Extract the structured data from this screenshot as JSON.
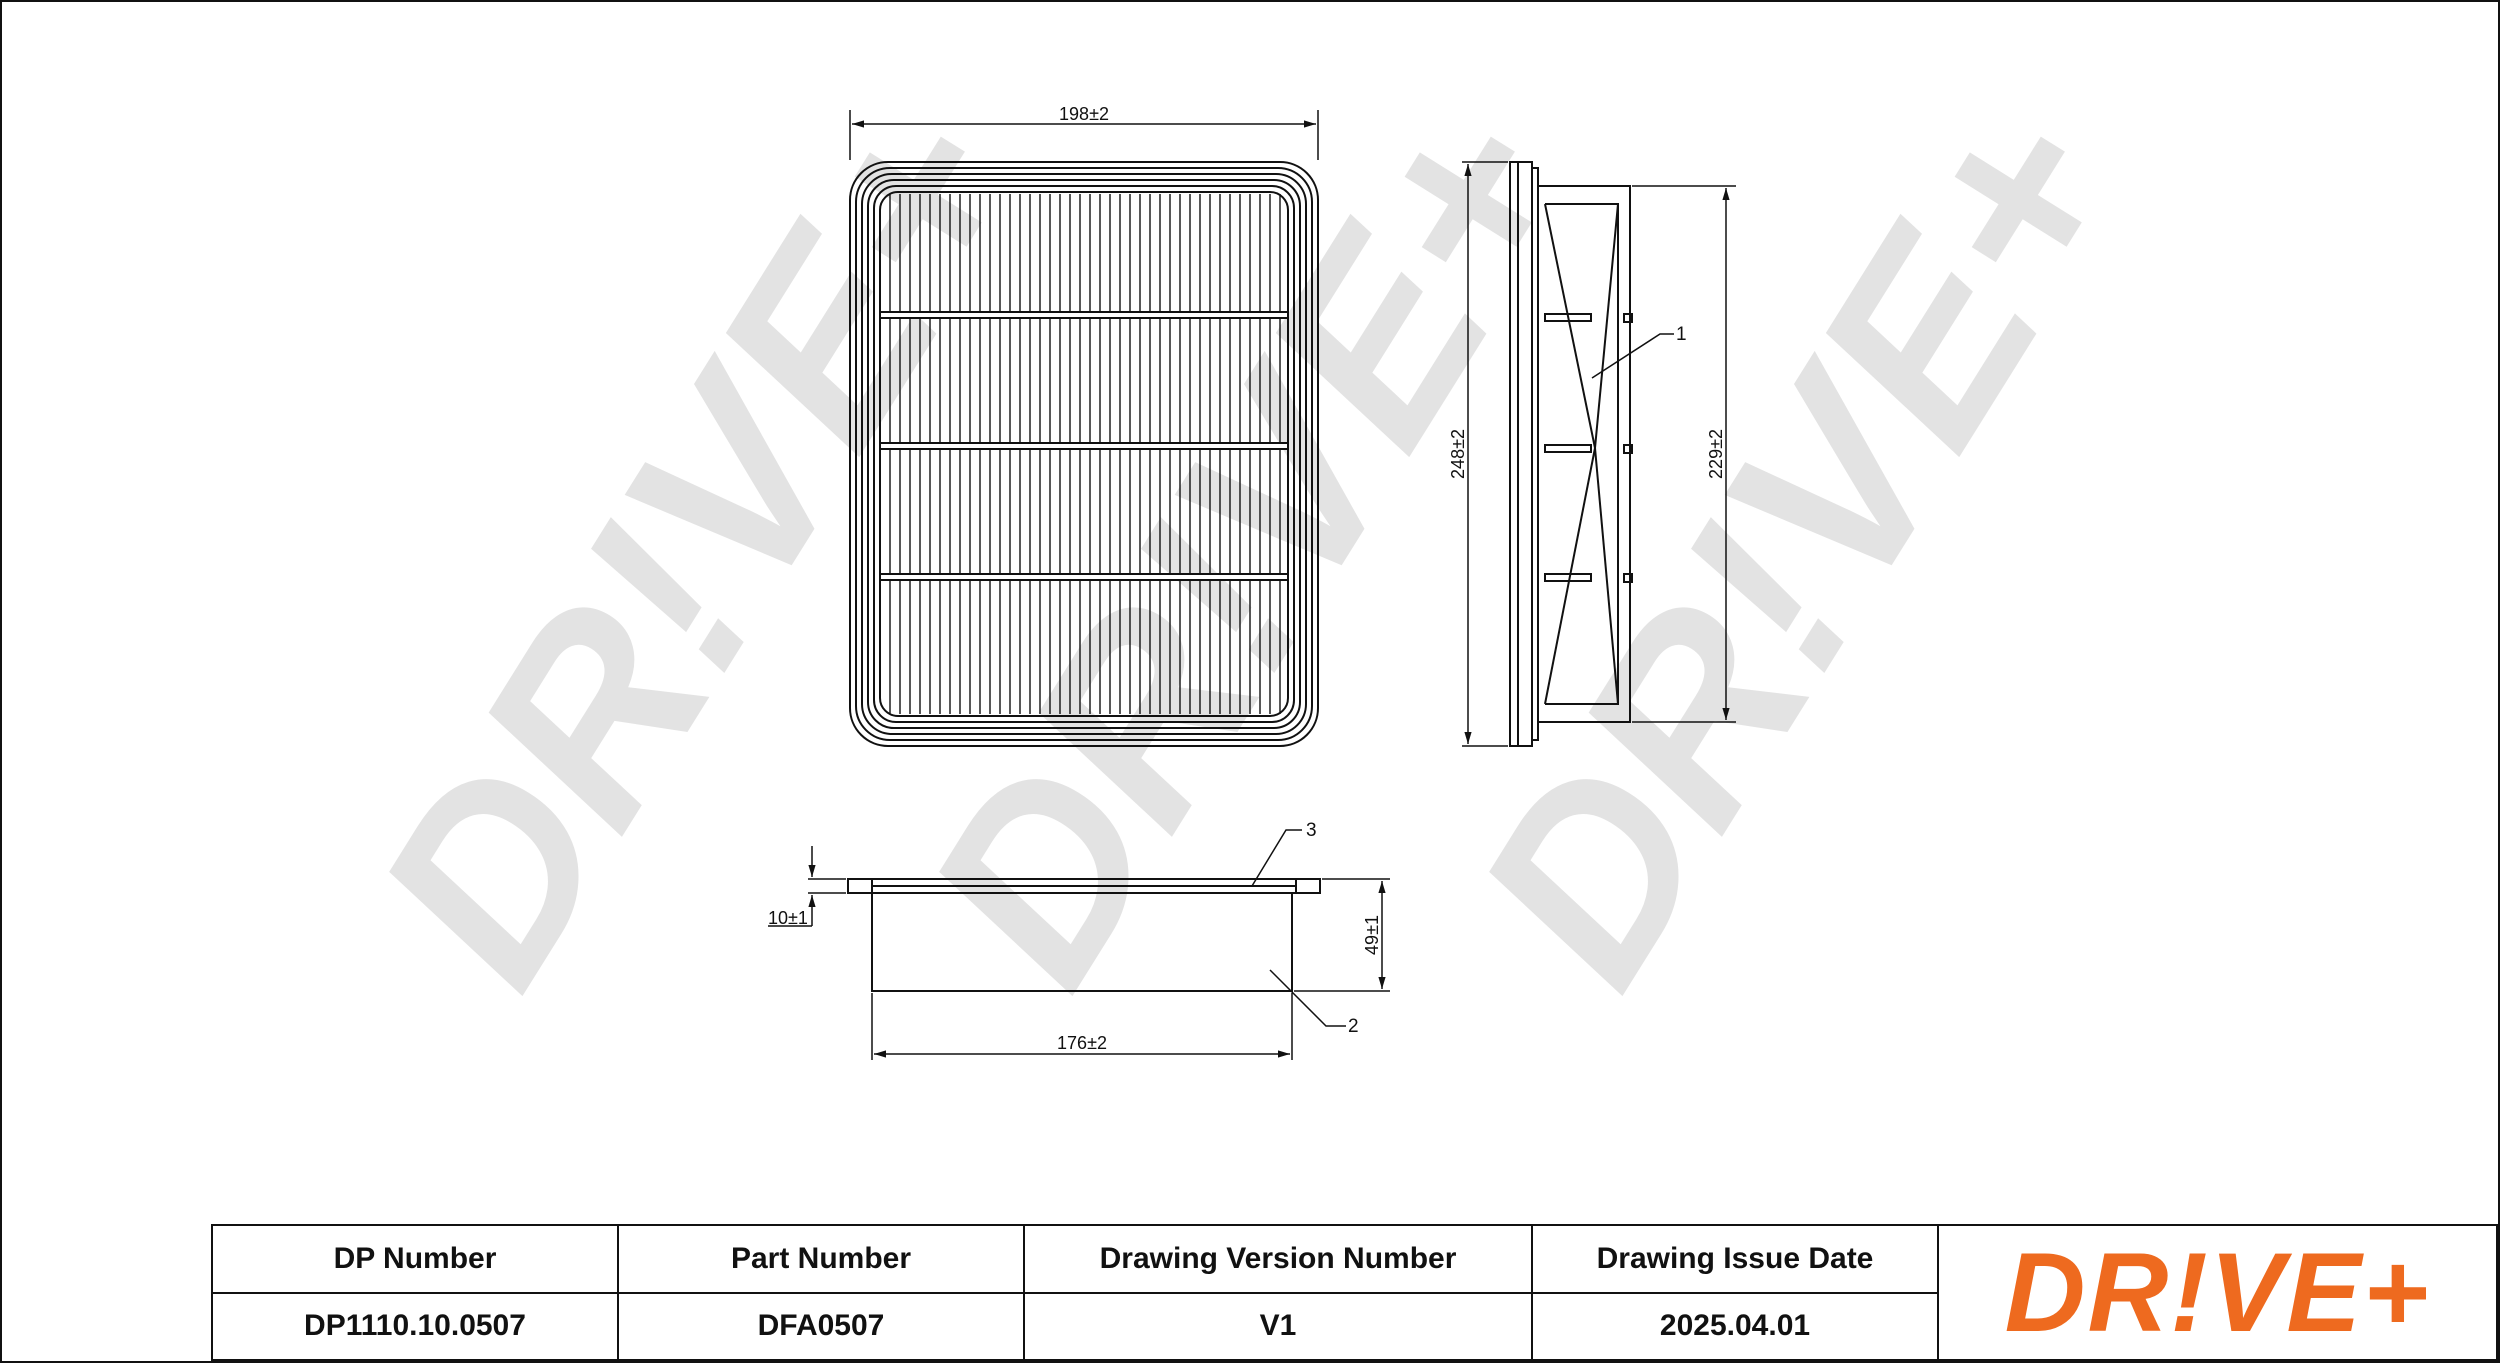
{
  "colors": {
    "line": "#111111",
    "watermark": "#d8d8d8",
    "brand_orange": "#ee6a1f"
  },
  "watermark": {
    "text": "DR!VE+"
  },
  "dimensions": {
    "width_top": "198±2",
    "height_side": "248±2",
    "inner_height_side": "229±2",
    "flange_thickness": "10±1",
    "total_depth": "49±1",
    "bottom_width": "176±2"
  },
  "callouts": {
    "c1": "1",
    "c2": "2",
    "c3": "3"
  },
  "title_block": {
    "headers": [
      "DP Number",
      "Part Number",
      "Drawing Version Number",
      "Drawing Issue Date"
    ],
    "values": [
      "DP1110.10.0507",
      "DFA0507",
      "V1",
      "2025.04.01"
    ],
    "logo": "DR!VE+"
  }
}
